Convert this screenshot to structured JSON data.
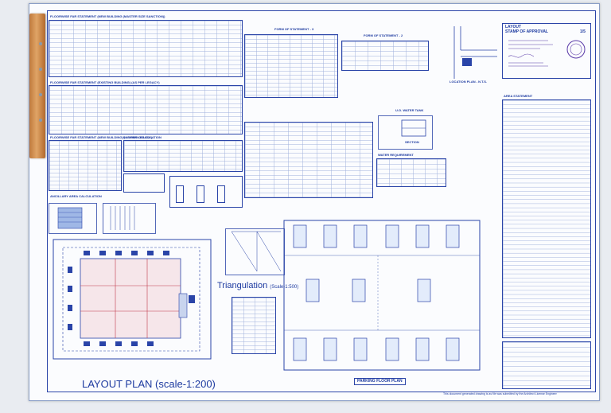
{
  "tables": {
    "floor_area_1": "FLOORWISE FAR STATEMENT (NEW BUILDING (MASTER SIZE SANCTION))",
    "floor_area_2": "FLOORWISE FAR STATEMENT (EXISTING BUILDING) (AS PER LEGACY)",
    "floor_area_3": "FLOORWISE FAR STATEMENT (NEW BUILDING) (AS PER LEGACY)",
    "parking_calc": "PARKING CALCULATION",
    "form1": "FORM OF STATEMENT - 3",
    "form2": "FORM OF STATEMENT - 2",
    "water_req": "WATER REQUIREMENT",
    "area_stmt": "AREA STATEMENT",
    "ancillary": "ANCILLARY AREA CALCULATION"
  },
  "labels": {
    "water_tank": "U.G. WATER TANK",
    "section": "SECTION",
    "location_plan": "LOCATION PLAN - N.T.S.",
    "triangulation": "Triangulation",
    "triangulation_scale": "(Scale-1:500)",
    "layout_plan": "LAYOUT PLAN",
    "layout_scale": "(scale-1:200)",
    "parking_plan": "PARKING FLOOR PLAN",
    "stamp_title": "LAYOUT",
    "stamp_approval": "STAMP OF APPROVAL",
    "stamp_page": "1/5",
    "footer_note": "This document generated drawing is as file was submitted by the Architect License Engineer"
  },
  "colors": {
    "ink": "#1d3aa0",
    "paper": "#fbfcfe",
    "clip": "#d08d4c"
  }
}
